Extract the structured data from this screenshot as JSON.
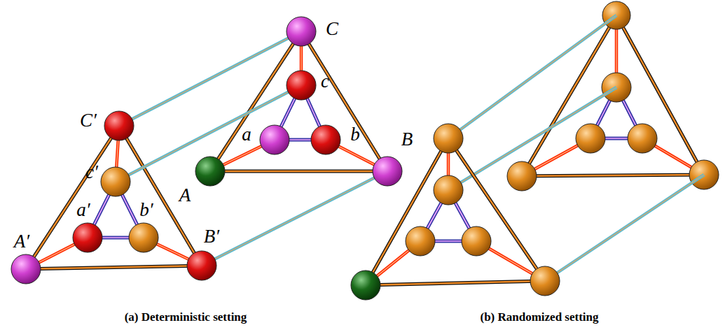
{
  "diagram": {
    "nodes": [
      {
        "text": [
          "C"
        ]
      },
      {
        "text": [
          "c"
        ]
      },
      {
        "text": [
          "a"
        ]
      },
      {
        "text": [
          "b"
        ]
      },
      {
        "text": [
          "A"
        ]
      },
      {
        "text": [
          "B"
        ]
      },
      {
        "text": [
          "C′"
        ]
      },
      {
        "text": [
          "c′"
        ]
      },
      {
        "text": [
          "a′"
        ]
      },
      {
        "text": [
          "b′"
        ]
      },
      {
        "text": [
          "A′"
        ]
      },
      {
        "text": [
          "B′"
        ]
      }
    ],
    "edges": [
      {
        "from": 4,
        "to": 5,
        "arrow": "none"
      },
      {
        "from": 5,
        "to": 0,
        "arrow": "none"
      },
      {
        "from": 0,
        "to": 4,
        "arrow": "none"
      },
      {
        "from": 4,
        "to": 2,
        "arrow": "none"
      },
      {
        "from": 5,
        "to": 3,
        "arrow": "none"
      },
      {
        "from": 0,
        "to": 1,
        "arrow": "none"
      },
      {
        "from": 2,
        "to": 3,
        "arrow": "none"
      },
      {
        "from": 3,
        "to": 1,
        "arrow": "none"
      },
      {
        "from": 1,
        "to": 2,
        "arrow": "none"
      },
      {
        "from": 10,
        "to": 11,
        "arrow": "none"
      },
      {
        "from": 11,
        "to": 6,
        "arrow": "none"
      },
      {
        "from": 6,
        "to": 10,
        "arrow": "none"
      },
      {
        "from": 10,
        "to": 8,
        "arrow": "none"
      },
      {
        "from": 11,
        "to": 9,
        "arrow": "none"
      },
      {
        "from": 6,
        "to": 7,
        "arrow": "none"
      },
      {
        "from": 8,
        "to": 9,
        "arrow": "none"
      },
      {
        "from": 9,
        "to": 7,
        "arrow": "none"
      },
      {
        "from": 7,
        "to": 8,
        "arrow": "none"
      },
      {
        "from": 0,
        "to": 6,
        "arrow": "none"
      },
      {
        "from": 1,
        "to": 7,
        "arrow": "none"
      },
      {
        "from": 5,
        "to": 11,
        "arrow": "none"
      }
    ],
    "labels": [
      "(a) Deterministic setting",
      "(b) Randomized setting"
    ]
  }
}
